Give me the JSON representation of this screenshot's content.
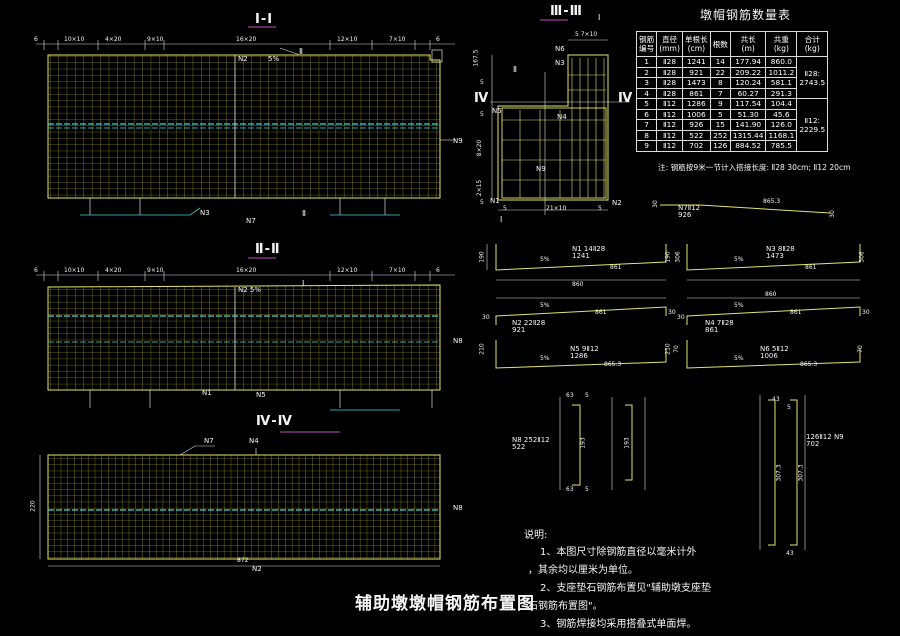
{
  "drawing_title": "辅助墩墩帽钢筋布置图",
  "sections": {
    "top_elev": "Ⅰ-Ⅰ",
    "mid_elev": "Ⅱ-Ⅱ",
    "cross": "Ⅲ-Ⅲ",
    "plan": "Ⅳ-Ⅳ",
    "mark_top_right": "Ⅱ",
    "mark_mid_right": "Ⅰ",
    "mark_top_bottom": "Ⅱ",
    "cross_cut_left": "Ⅳ",
    "cross_cut_right": "Ⅳ",
    "cross_mark_top": "Ⅰ",
    "cross_mark_left": "Ⅱ",
    "cross_mark_bottom": "Ⅰ"
  },
  "elev_dims": {
    "d1": "6",
    "d2": "10×10",
    "d3": "4×20",
    "d4": "9×10",
    "d5": "16×20",
    "d6": "12×10",
    "d7": "7×10",
    "d8": "6"
  },
  "elev_labels": {
    "n2": "N2",
    "slope": "5%",
    "n9": "N9",
    "n3": "N3",
    "n7": "N7",
    "n2b": "N2 5%",
    "n8": "N8",
    "n1": "N1",
    "n5": "N5"
  },
  "plan_labels": {
    "n7": "N7",
    "n4": "N4",
    "n8": "N8",
    "n2": "N2",
    "h": "220",
    "w": "872"
  },
  "cross_labels": {
    "top_dim": "5 7×10",
    "n6": "N6",
    "n3": "N3",
    "n5": "N5",
    "n4": "N4",
    "n9": "N9",
    "n1": "N1",
    "bot_dim_a": "5",
    "bot_dim_b": "21×10",
    "bot_dim_c": "5",
    "n2": "N2",
    "v1": "167.5",
    "v2": "5",
    "v3": "5",
    "v4": "8×20",
    "v5": "2×15",
    "v6": "5"
  },
  "table": {
    "title": "墩帽钢筋数量表",
    "headers": [
      "钢筋\n编号",
      "直径\n(mm)",
      "单根长\n(cm)",
      "根数",
      "共长\n(m)",
      "共重\n(kg)",
      "合计\n(kg)"
    ],
    "rows": [
      [
        "1",
        "Ⅱ28",
        "1241",
        "14",
        "177.94",
        "860.0"
      ],
      [
        "2",
        "Ⅱ28",
        "921",
        "22",
        "209.22",
        "1011.2"
      ],
      [
        "3",
        "Ⅱ28",
        "1473",
        "8",
        "120.24",
        "581.1"
      ],
      [
        "4",
        "Ⅱ28",
        "861",
        "7",
        "60.27",
        "291.3"
      ],
      [
        "5",
        "Ⅱ12",
        "1286",
        "9",
        "117.54",
        "104.4"
      ],
      [
        "6",
        "Ⅱ12",
        "1006",
        "5",
        "51.30",
        "45.6"
      ],
      [
        "7",
        "Ⅱ12",
        "926",
        "15",
        "141.90",
        "126.0"
      ],
      [
        "8",
        "Ⅱ12",
        "522",
        "252",
        "1315.44",
        "1168.1"
      ],
      [
        "9",
        "Ⅱ12",
        "702",
        "126",
        "884.52",
        "785.5"
      ]
    ],
    "total_28": "Ⅱ28:\n2743.5",
    "total_12": "Ⅱ12:\n2229.5",
    "note": "注: 钢筋按9米一节计入搭接长度: Ⅱ28 30cm; Ⅱ12 20cm"
  },
  "bars": {
    "n7": {
      "label": "N7Ⅱ12\n926",
      "dim": "865.3",
      "v": "30",
      "v2": "30"
    },
    "n1": {
      "label": "N1 14Ⅱ28\n1241",
      "slope": "5%",
      "len": "861",
      "h": "190",
      "w": "860",
      "h2": "190"
    },
    "n3": {
      "label": "N3 8Ⅱ28\n1473",
      "slope": "5%",
      "len": "861",
      "h": "306",
      "w": "860",
      "h2": "306"
    },
    "n2": {
      "label": "N2 22Ⅱ28\n921",
      "slope": "5%",
      "len": "861",
      "h": "30",
      "h2": "30"
    },
    "n4": {
      "label": "N4 7Ⅱ28\n861",
      "slope": "5%",
      "len": "861",
      "h": "30",
      "h2": "30"
    },
    "n5": {
      "label": "N5 9Ⅱ12\n1286",
      "slope": "5%",
      "len": "865.3",
      "h": "210",
      "h2": "210"
    },
    "n6": {
      "label": "N6 5Ⅱ12\n1006",
      "slope": "5%",
      "len": "865.3",
      "h": "70",
      "h2": "70"
    },
    "n8": {
      "label": "N8 252Ⅱ12\n522",
      "a": "63",
      "b": "5",
      "c": "193",
      "d": "193",
      "e": "63",
      "f": "5"
    },
    "n9": {
      "label": "126Ⅱ12 N9\n702",
      "a": "43",
      "b": "5",
      "c": "307.3",
      "d": "307.3",
      "e": "43"
    }
  },
  "notes": {
    "head": "说明:",
    "l1": "1、本图尺寸除钢筋直径以毫米计外",
    "l2": "，其余均以厘米为单位。",
    "l3": "2、支座垫石钢筋布置见\"辅助墩支座垫",
    "l4": "石钢筋布置图\"。",
    "l5": "3、钢筋焊接均采用搭叠式单面焊。"
  }
}
